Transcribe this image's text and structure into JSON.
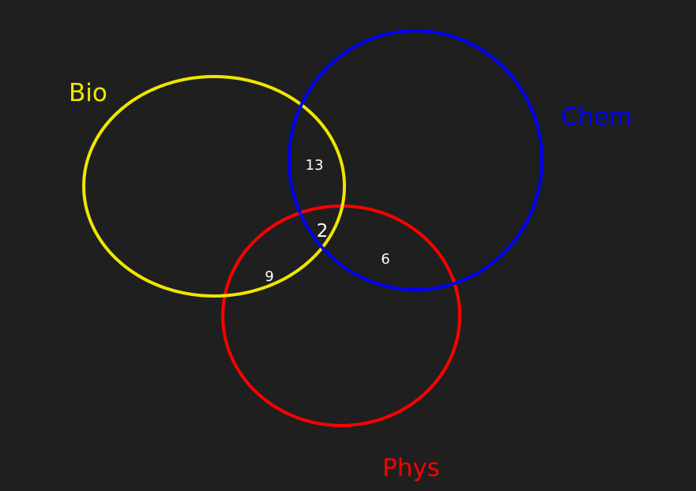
{
  "sets": {
    "bio": {
      "label": "Bio",
      "color": "#f0e600"
    },
    "chem": {
      "label": "Chem",
      "color": "#0000ff"
    },
    "phys": {
      "label": "Phys",
      "color": "#ff0000"
    }
  },
  "regions": {
    "bio_chem": "13",
    "bio_chem_phys": "2",
    "bio_phys": "9",
    "chem_phys": "6"
  },
  "background": "#1f1f1f"
}
